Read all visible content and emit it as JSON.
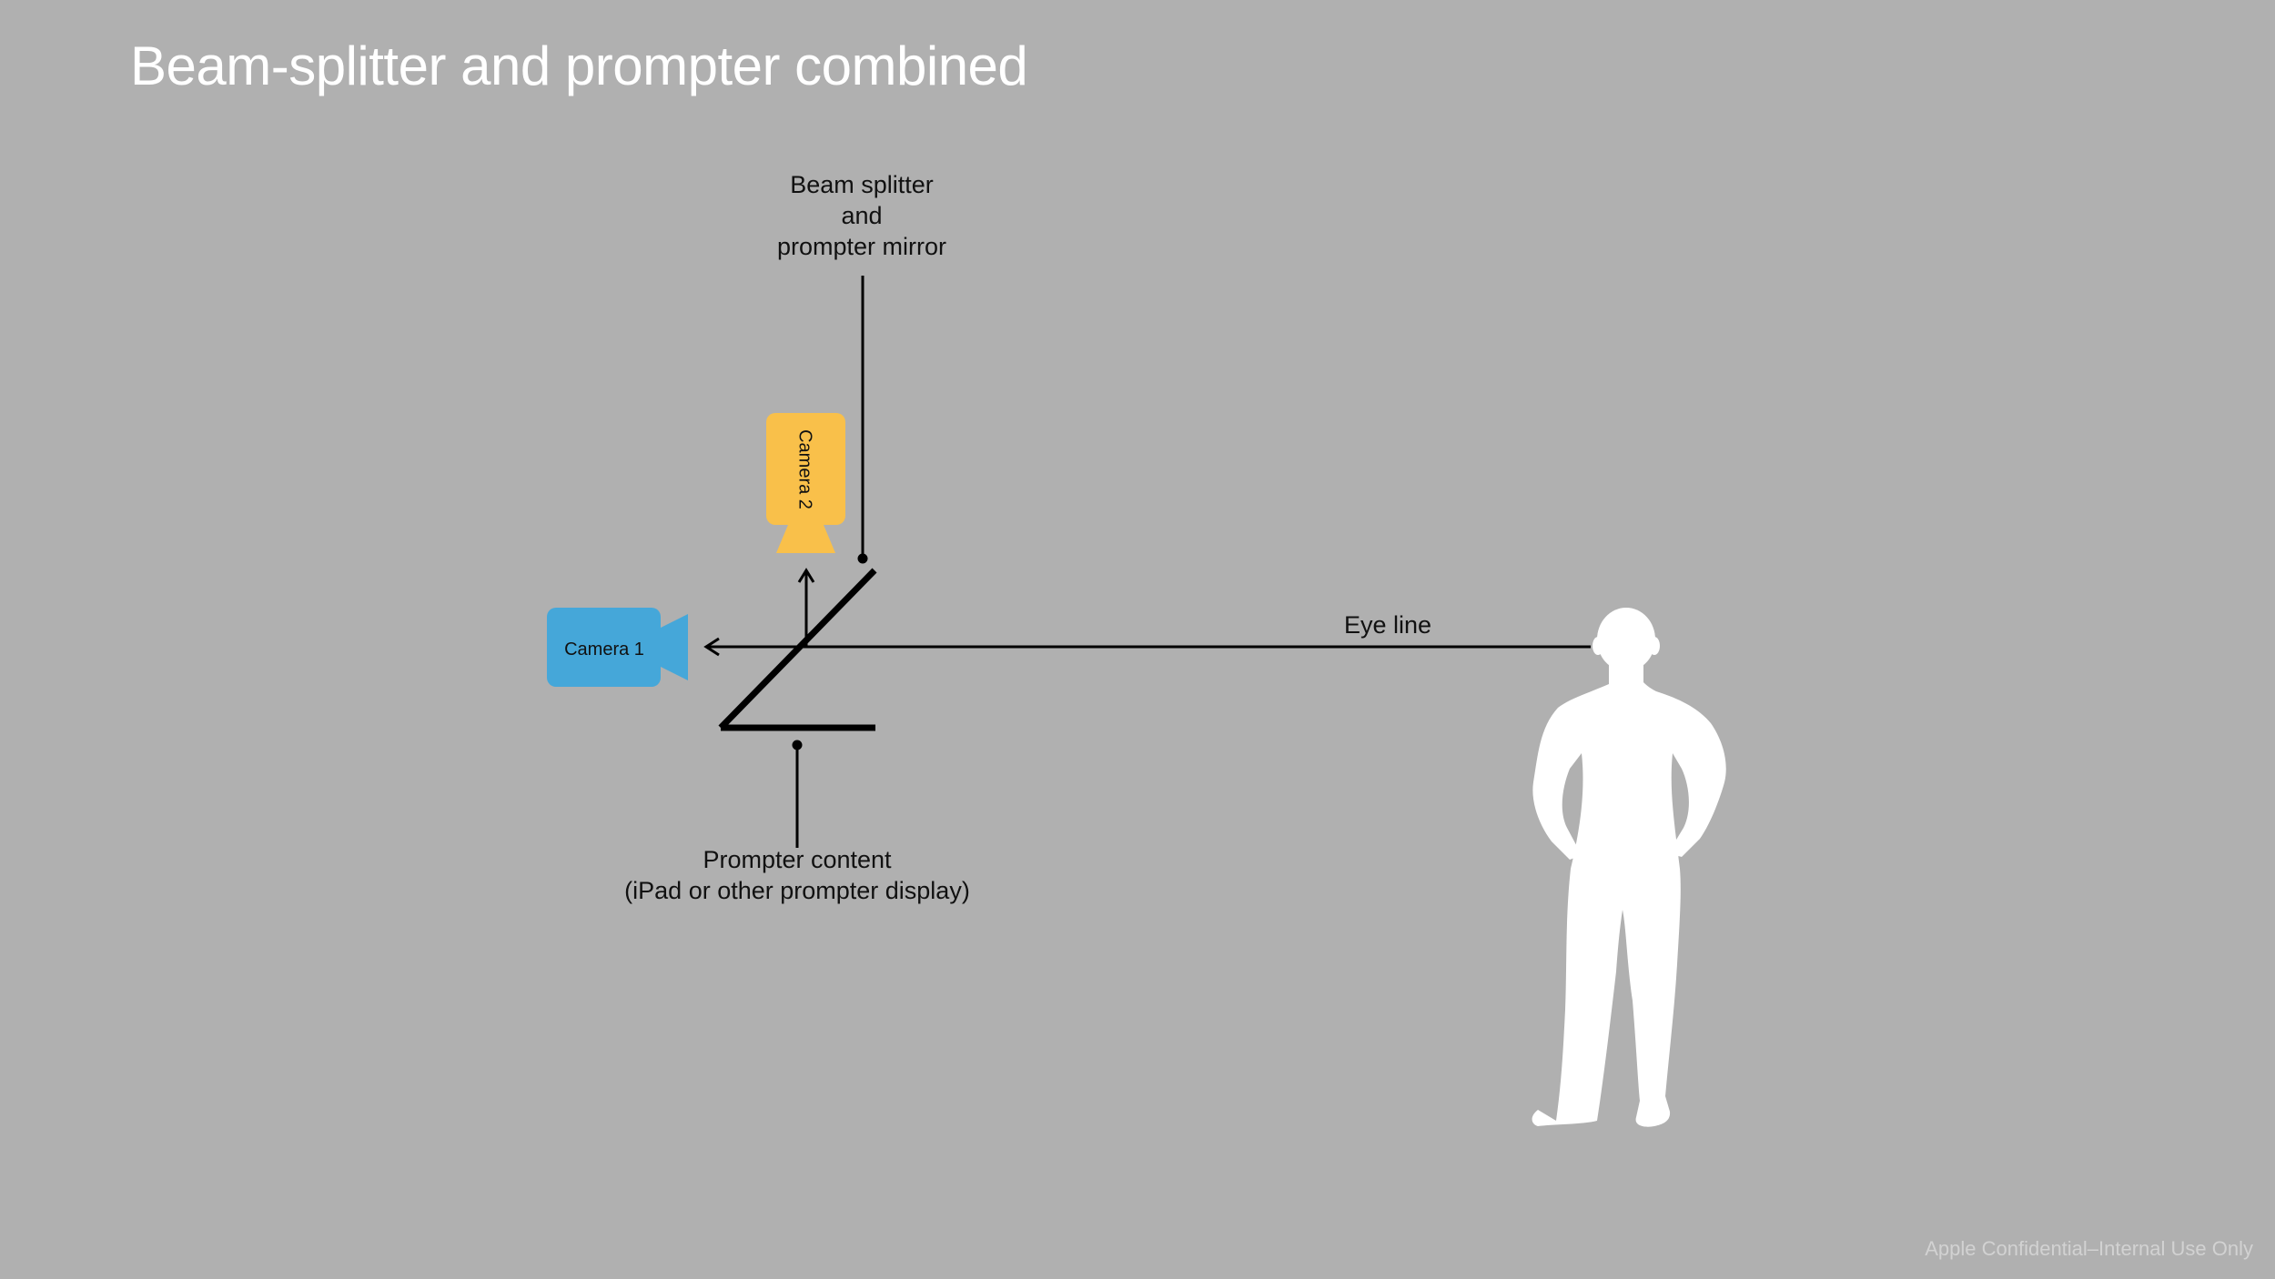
{
  "slide": {
    "title": "Beam-splitter and prompter combined",
    "footer": "Apple Confidential–Internal Use Only"
  },
  "diagram": {
    "mirror_label": {
      "line1": "Beam splitter",
      "line2": "and",
      "line3": "prompter mirror"
    },
    "prompter_label": {
      "line1": "Prompter content",
      "line2": "(iPad or other prompter display)"
    },
    "eye_line_label": "Eye line",
    "camera1": {
      "label": "Camera 1",
      "color": "#45a7d9"
    },
    "camera2": {
      "label": "Camera 2",
      "color": "#f9c04a"
    },
    "person": {
      "icon": "person-silhouette-icon",
      "color": "#ffffff"
    },
    "line_color": "#000000"
  }
}
